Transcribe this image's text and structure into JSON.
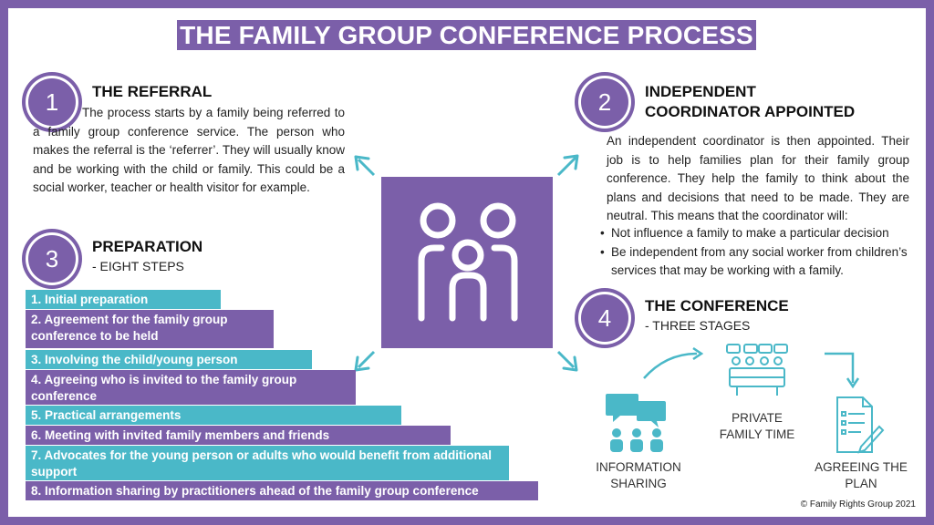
{
  "title": "THE FAMILY GROUP CONFERENCE PROCESS",
  "sections": {
    "referral": {
      "number": "1",
      "heading": "THE REFERRAL",
      "text": "The process starts by a family being referred to a family group conference service. The person who makes the referral is the ‘referrer’. They will usually know and be working with the child or family. This could be a social worker, teacher or health visitor for example."
    },
    "coordinator": {
      "number": "2",
      "heading_line1": "INDEPENDENT",
      "heading_line2": "COORDINATOR APPOINTED",
      "text": "An independent coordinator is then appointed. Their job is to help families plan for their family group conference. They help the family to think about the plans and decisions that need to be made. They are neutral. This means that the coordinator will:",
      "bullets": [
        "Not influence a family to make a particular decision",
        "Be independent from any social worker from children’s services that may be working with a family."
      ]
    },
    "preparation": {
      "number": "3",
      "heading": "PREPARATION",
      "subheading": "- EIGHT STEPS",
      "steps": [
        "1.  Initial preparation",
        "2.  Agreement for the family group conference to be held",
        "3.  Involving the child/young person",
        "4.  Agreeing who is invited to the family group conference",
        "5.  Practical arrangements",
        "6.  Meeting with invited family members and friends",
        "7.  Advocates for the young person or adults who would benefit from additional support",
        "8.  Information sharing by practitioners ahead of the family group conference"
      ]
    },
    "conference": {
      "number": "4",
      "heading": "THE CONFERENCE",
      "subheading": "- THREE STAGES",
      "stages": [
        {
          "label_line1": "INFORMATION",
          "label_line2": "SHARING",
          "icon": "chat-people-icon"
        },
        {
          "label_line1": "PRIVATE",
          "label_line2": "FAMILY TIME",
          "icon": "meeting-table-icon"
        },
        {
          "label_line1": "AGREEING THE",
          "label_line2": "PLAN",
          "icon": "document-pen-icon"
        }
      ]
    }
  },
  "copyright": "© Family Rights Group 2021",
  "colors": {
    "purple": "#7b5fa9",
    "teal": "#4ab8c8"
  }
}
